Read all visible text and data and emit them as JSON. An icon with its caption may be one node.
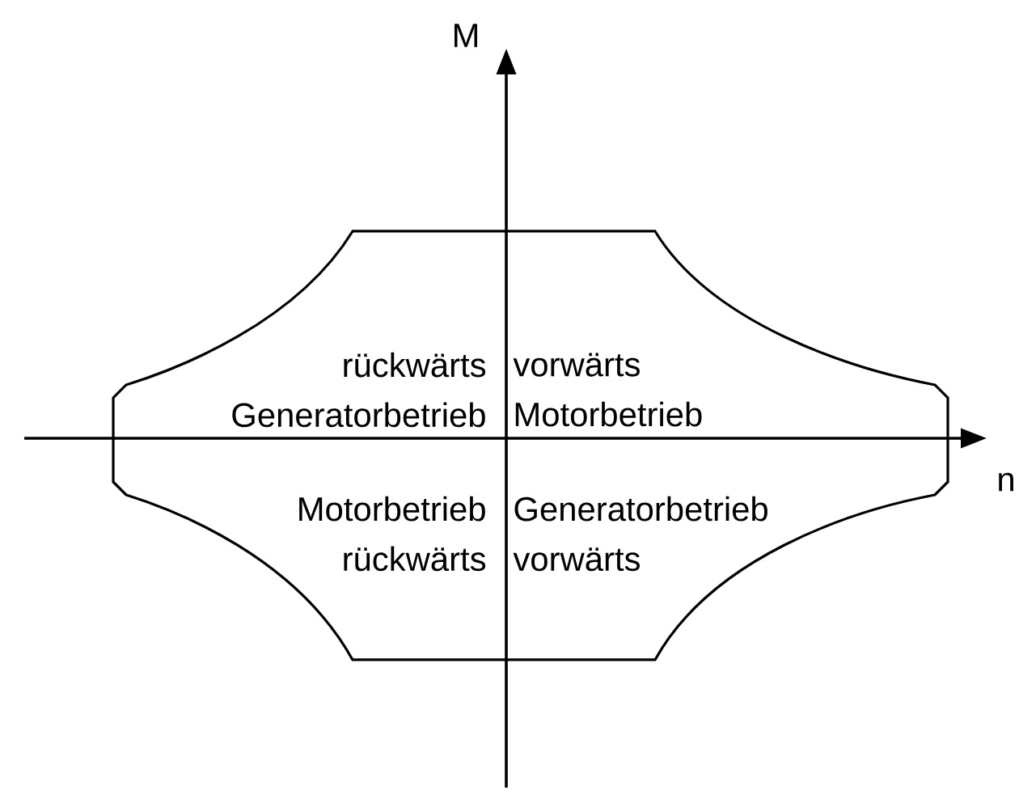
{
  "diagram": {
    "labels": [
      "M",
      "rückwärts Generatorbetrieb",
      "vorwärts Motorbetrieb",
      "n",
      "Motorbetrieb rückwärts",
      "Generatorbetrieb vorwärts"
    ]
  }
}
